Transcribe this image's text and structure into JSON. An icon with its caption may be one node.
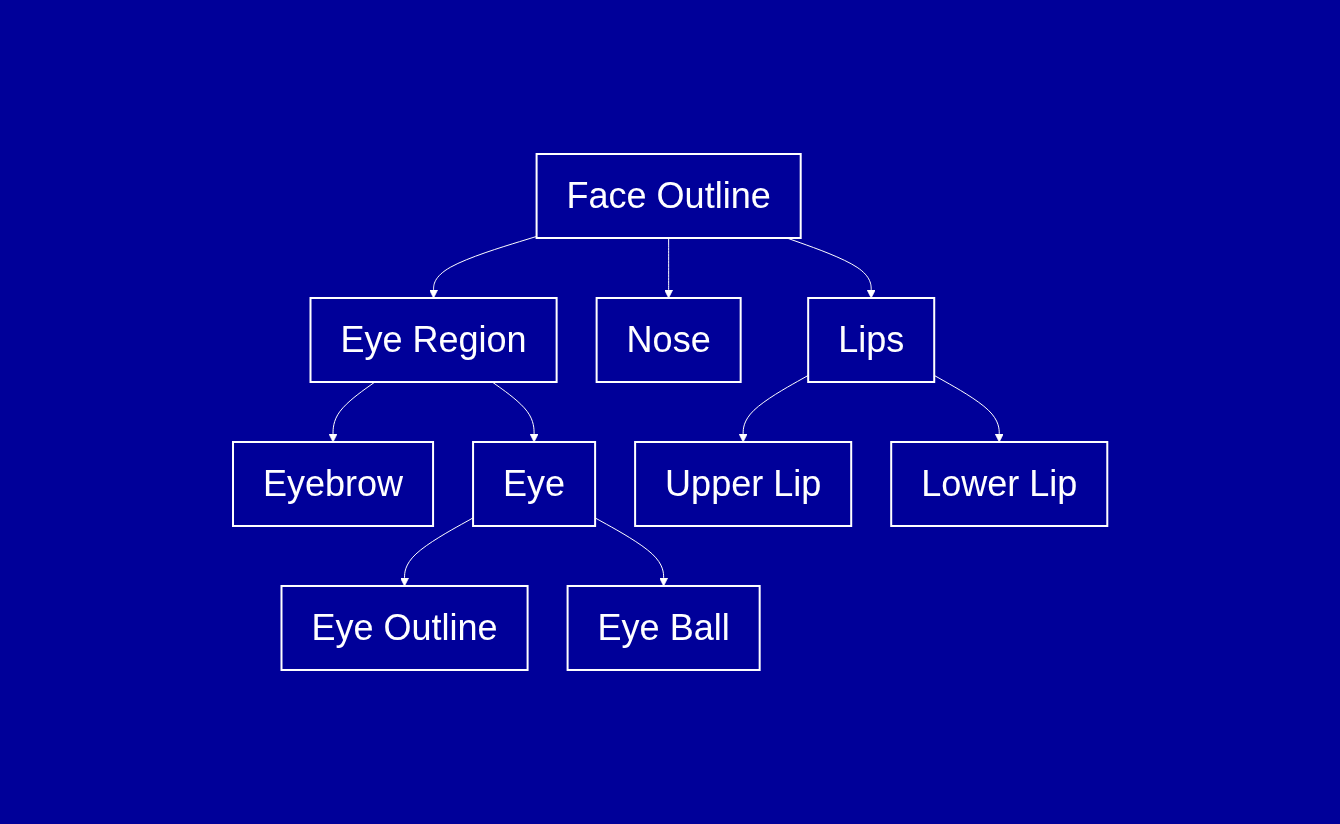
{
  "diagram": {
    "nodes": [
      {
        "text": [
          "Face Outline"
        ]
      },
      {
        "text": [
          "Eye Region"
        ]
      },
      {
        "text": [
          "Nose"
        ]
      },
      {
        "text": [
          "Lips"
        ]
      },
      {
        "text": [
          "Eyebrow"
        ]
      },
      {
        "text": [
          "Eye"
        ]
      },
      {
        "text": [
          "Upper Lip"
        ]
      },
      {
        "text": [
          "Lower Lip"
        ]
      },
      {
        "text": [
          "Eye Outline"
        ]
      },
      {
        "text": [
          "Eye Ball"
        ]
      }
    ],
    "edges": [
      {
        "from": 0,
        "to": 1,
        "arrow": "to"
      },
      {
        "from": 0,
        "to": 2,
        "arrow": "to"
      },
      {
        "from": 0,
        "to": 3,
        "arrow": "to"
      },
      {
        "from": 1,
        "to": 4,
        "arrow": "to"
      },
      {
        "from": 1,
        "to": 5,
        "arrow": "to"
      },
      {
        "from": 3,
        "to": 6,
        "arrow": "to"
      },
      {
        "from": 3,
        "to": 7,
        "arrow": "to"
      },
      {
        "from": 5,
        "to": 8,
        "arrow": "to"
      },
      {
        "from": 5,
        "to": 9,
        "arrow": "to"
      }
    ]
  }
}
